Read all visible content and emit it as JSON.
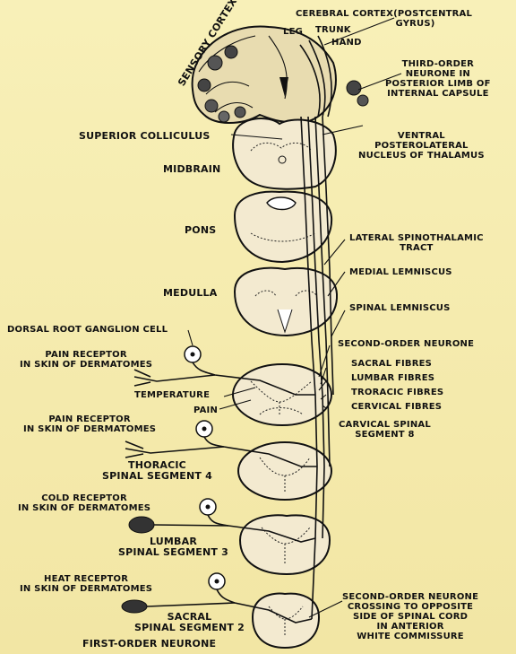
{
  "labels": {
    "cerebral_cortex": "CEREBRAL CORTEX(POSTCENTRAL",
    "gyrus": "GYRUS)",
    "sensory_cortex": "SENSORY CORTEX",
    "leg": "LEG",
    "trunk": "TRUNK",
    "hand": "HAND",
    "third_order_1": "THIRD-ORDER",
    "third_order_2": "NEURONE IN",
    "third_order_3": "POSTERIOR LIMB OF",
    "third_order_4": "INTERNAL CAPSULE",
    "superior_colliculus": "SUPERIOR COLLICULUS",
    "vpl_1": "VENTRAL",
    "vpl_2": "POSTEROLATERAL",
    "vpl_3": "NUCLEUS OF THALAMUS",
    "midbrain": "MIDBRAIN",
    "pons": "PONS",
    "lst_1": "LATERAL SPINOTHALAMIC",
    "lst_2": "TRACT",
    "medial_lemniscus": "MEDIAL LEMNISCUS",
    "medulla": "MEDULLA",
    "spinal_lemniscus": "SPINAL LEMNISCUS",
    "drg": "DORSAL ROOT GANGLION CELL",
    "second_order": "SECOND-ORDER NEURONE",
    "pain_receptor_1a": "PAIN RECEPTOR",
    "pain_receptor_1b": "IN SKIN OF DERMATOMES",
    "sacral_fibres": "SACRAL FIBRES",
    "lumbar_fibres": "LUMBAR FIBRES",
    "temperature": "TEMPERATURE",
    "thoracic_fibres": "TRORACIC FIBRES",
    "cervical_fibres": "CERVICAL FIBRES",
    "pain": "PAIN",
    "cervical_seg_1": "CARVICAL SPINAL",
    "cervical_seg_2": "SEGMENT 8",
    "pain_receptor_2a": "PAIN RECEPTOR",
    "pain_receptor_2b": "IN SKIN OF DERMATOMES",
    "thoracic_seg_1": "THORACIC",
    "thoracic_seg_2": "SPINAL SEGMENT 4",
    "cold_receptor_a": "COLD RECEPTOR",
    "cold_receptor_b": "IN SKIN OF DERMATOMES",
    "lumbar_seg_1": "LUMBAR",
    "lumbar_seg_2": "SPINAL SEGMENT 3",
    "heat_receptor_a": "HEAT RECEPTOR",
    "heat_receptor_b": "IN SKIN OF DERMATOMES",
    "sacral_seg_1": "SACRAL",
    "sacral_seg_2": "SPINAL SEGMENT 2",
    "crossing_1": "SECOND-ORDER NEURONE",
    "crossing_2": "CROSSING TO OPPOSITE",
    "crossing_3": "SIDE OF SPINAL CORD",
    "crossing_4": "IN ANTERIOR",
    "crossing_5": "WHITE COMMISSURE",
    "first_order": "FIRST-ORDER NEURONE"
  },
  "colors": {
    "background": "#f6eeb4",
    "ink": "#111111"
  }
}
